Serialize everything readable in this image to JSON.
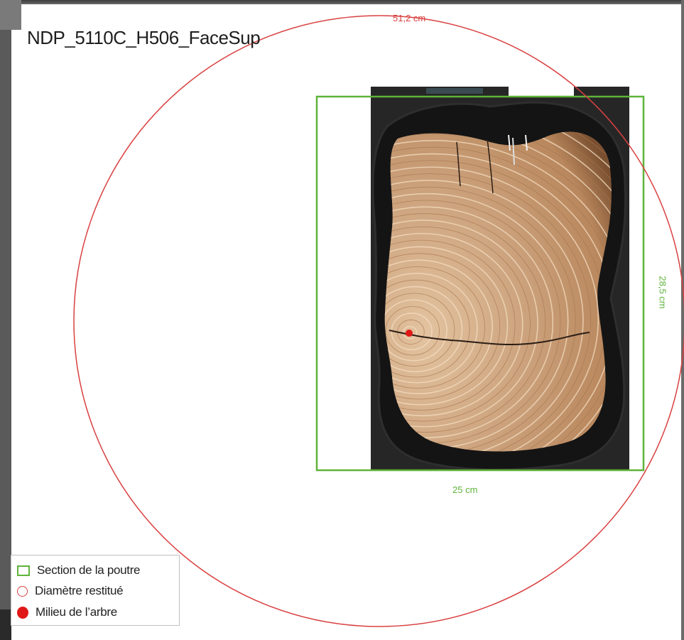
{
  "title": "NDP_5110C_H506_FaceSup",
  "dimensions": {
    "diameter": "51,2 cm",
    "width": "25 cm",
    "height": "28,5 cm"
  },
  "legend": {
    "items": [
      {
        "label": "Section de la poutre",
        "symbol": "green-square-icon"
      },
      {
        "label": "Diamètre restitué",
        "symbol": "red-circle-icon"
      },
      {
        "label": "Milieu de l’arbre",
        "symbol": "red-dot-icon"
      }
    ]
  },
  "colors": {
    "section": "#5fb33a",
    "diameter": "#d94040",
    "pith": "#e01818",
    "wood": "#c89a6c",
    "charred": "#141414"
  }
}
